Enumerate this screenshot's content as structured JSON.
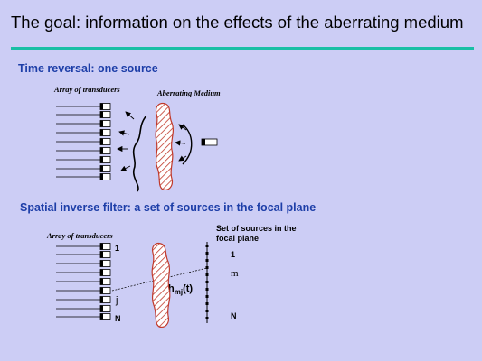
{
  "slide": {
    "title": "The goal: information on the effects of the aberrating medium"
  },
  "section1": {
    "heading": "Time reversal: one source",
    "array_label": "Array of transducers",
    "medium_label": "Aberrating Medium"
  },
  "section2": {
    "heading": "Spatial inverse filter: a set of sources in the focal plane",
    "array_label": "Array of transducers",
    "sources_label": "Set of sources in the focal plane",
    "label_1_left": "1",
    "label_j": "j",
    "label_N_left": "N",
    "label_1_right": "1",
    "label_m": "m",
    "label_N_right": "N",
    "label_h": "h",
    "label_h_sub": "mj",
    "label_h_arg": "(t)"
  },
  "colors": {
    "background": "#cccdf5",
    "rule": "#19bfa5",
    "heading": "#1d3ea8",
    "medium_stroke": "#c0392b"
  }
}
